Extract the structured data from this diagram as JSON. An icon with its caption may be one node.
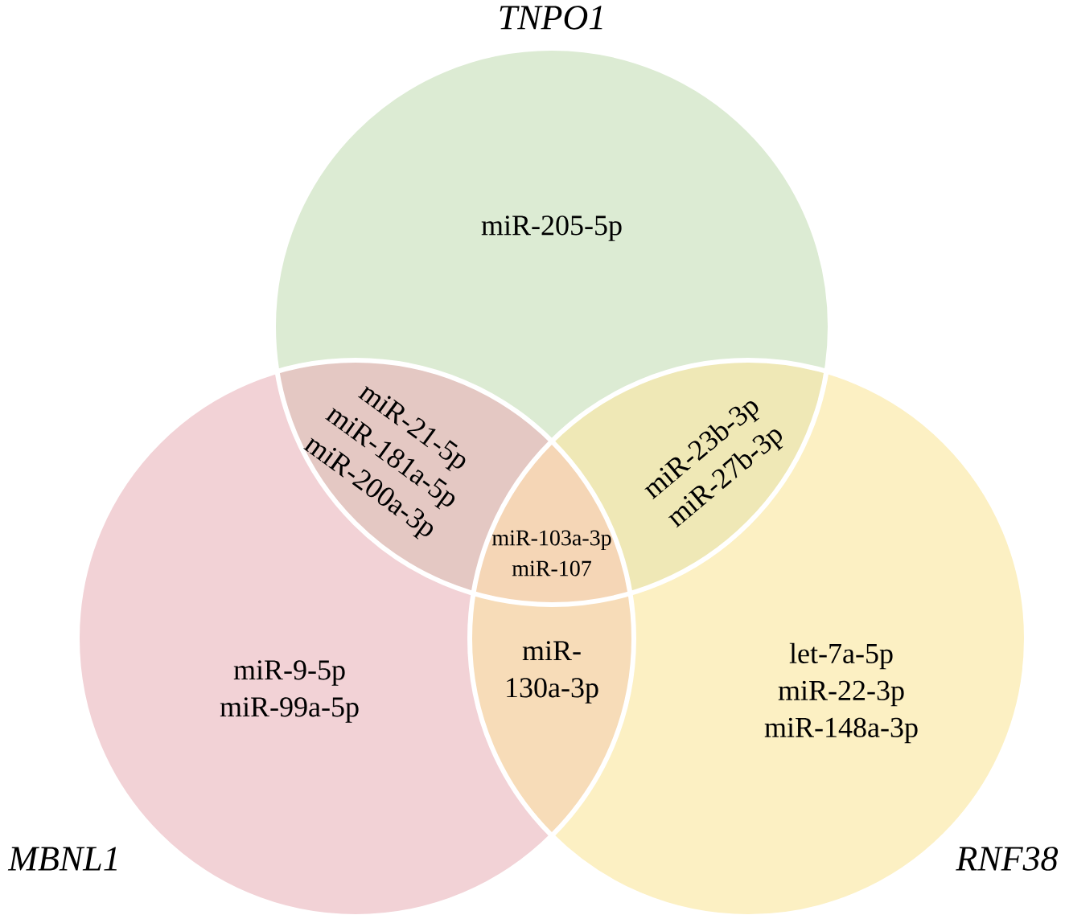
{
  "diagram": {
    "nodes": [
      {
        "text": [
          "TNPO1",
          "miR-205-5p"
        ]
      },
      {
        "text": [
          "MBNL1",
          "miR-9-5p miR-99a-5p"
        ]
      },
      {
        "text": [
          "RNF38",
          "let-7a-5p miR-22-3p miR-148a-3p"
        ]
      }
    ],
    "labels": [
      "miR-21-5p miR-181a-5p miR-200a-3p",
      "miR-23b-3p miR-27b-3p",
      "miR-103a-3p miR-107",
      "miR-130a-3p"
    ]
  }
}
